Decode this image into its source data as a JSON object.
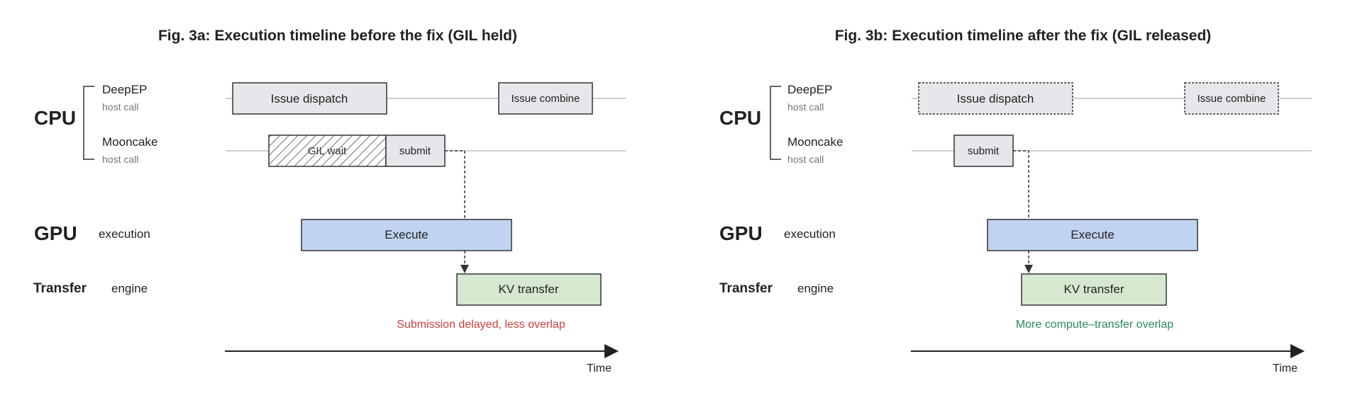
{
  "left": {
    "title": "Fig. 3a: Execution timeline before the fix (GIL held)",
    "cpu_label": "CPU",
    "deepep_label": "DeepEP",
    "deepep_sub": "host call",
    "mooncake_label": "Mooncake",
    "mooncake_sub": "host call",
    "gpu_label": "GPU",
    "gpu_sub": "execution",
    "transfer_label": "Transfer",
    "transfer_sub": "engine",
    "issue_dispatch": "Issue dispatch",
    "issue_combine": "Issue combine",
    "gil_wait": "GIL wait",
    "submit": "submit",
    "execute": "Execute",
    "kv_transfer": "KV transfer",
    "note": "Submission delayed, less overlap",
    "time_label": "Time"
  },
  "right": {
    "title": "Fig. 3b: Execution timeline after the fix (GIL released)",
    "cpu_label": "CPU",
    "deepep_label": "DeepEP",
    "deepep_sub": "host call",
    "mooncake_label": "Mooncake",
    "mooncake_sub": "host call",
    "gpu_label": "GPU",
    "gpu_sub": "execution",
    "transfer_label": "Transfer",
    "transfer_sub": "engine",
    "issue_dispatch": "Issue dispatch",
    "issue_combine": "Issue combine",
    "submit": "submit",
    "execute": "Execute",
    "kv_transfer": "KV transfer",
    "note": "More compute–transfer overlap",
    "time_label": "Time"
  },
  "colors": {
    "cpu_box": "#e6e7eb",
    "execute_box": "#c0d3f0",
    "kv_box": "#d6e9d0",
    "note_bad": "#cc3d3d",
    "note_good": "#2a8a5a",
    "stroke": "#333333",
    "lane": "#bfbfbf"
  }
}
